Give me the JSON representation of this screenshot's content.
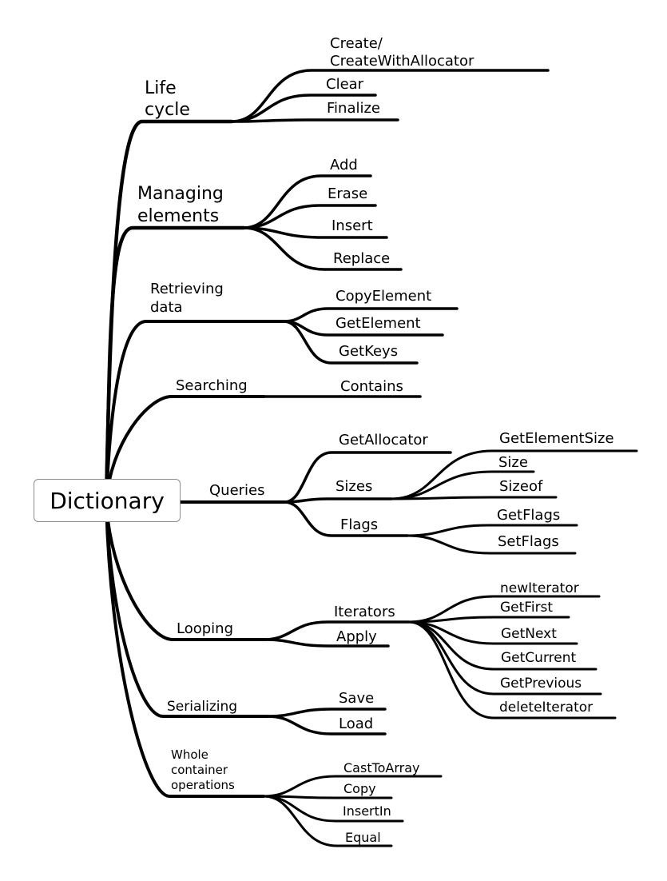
{
  "root": {
    "label": "Dictionary"
  },
  "branches": [
    {
      "label": "Life\ncycle",
      "children": [
        {
          "label": "Create/\nCreateWithAllocator"
        },
        {
          "label": "Clear"
        },
        {
          "label": "Finalize"
        }
      ]
    },
    {
      "label": "Managing\nelements",
      "children": [
        {
          "label": "Add"
        },
        {
          "label": "Erase"
        },
        {
          "label": "Insert"
        },
        {
          "label": "Replace"
        }
      ]
    },
    {
      "label": "Retrieving\ndata",
      "children": [
        {
          "label": "CopyElement"
        },
        {
          "label": "GetElement"
        },
        {
          "label": "GetKeys"
        }
      ]
    },
    {
      "label": "Searching",
      "children": [
        {
          "label": "Contains"
        }
      ]
    },
    {
      "label": "Queries",
      "children": [
        {
          "label": "GetAllocator"
        },
        {
          "label": "Sizes",
          "children": [
            {
              "label": "GetElementSize"
            },
            {
              "label": "Size"
            },
            {
              "label": "Sizeof"
            }
          ]
        },
        {
          "label": "Flags",
          "children": [
            {
              "label": "GetFlags"
            },
            {
              "label": "SetFlags"
            }
          ]
        }
      ]
    },
    {
      "label": "Looping",
      "children": [
        {
          "label": "Iterators",
          "children": [
            {
              "label": "newIterator"
            },
            {
              "label": "GetFirst"
            },
            {
              "label": "GetNext"
            },
            {
              "label": "GetCurrent"
            },
            {
              "label": "GetPrevious"
            },
            {
              "label": "deleteIterator"
            }
          ]
        },
        {
          "label": "Apply"
        }
      ]
    },
    {
      "label": "Serializing",
      "children": [
        {
          "label": "Save"
        },
        {
          "label": "Load"
        }
      ]
    },
    {
      "label": "Whole\ncontainer\noperations",
      "children": [
        {
          "label": "CastToArray"
        },
        {
          "label": "Copy"
        },
        {
          "label": "InsertIn"
        },
        {
          "label": "Equal"
        }
      ]
    }
  ]
}
